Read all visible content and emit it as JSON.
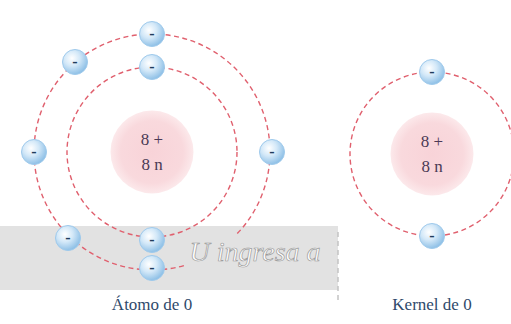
{
  "diagram": {
    "nodes": [
      {
        "text": [
          "-"
        ]
      },
      {
        "text": [
          "-"
        ]
      },
      {
        "text": [
          "-"
        ]
      },
      {
        "text": [
          "-"
        ]
      },
      {
        "text": [
          "-"
        ]
      },
      {
        "text": [
          "8 +",
          "8 n"
        ]
      },
      {
        "text": [
          "-"
        ]
      },
      {
        "text": [
          "8 +",
          "8 n"
        ]
      },
      {
        "text": [
          "-"
        ]
      },
      {
        "text": [
          "-"
        ]
      },
      {
        "text": [
          "-"
        ]
      },
      {
        "text": [
          "-"
        ]
      }
    ],
    "labels": [
      "U ingresa a",
      "Átomo de 0",
      "Kernel de 0"
    ]
  }
}
